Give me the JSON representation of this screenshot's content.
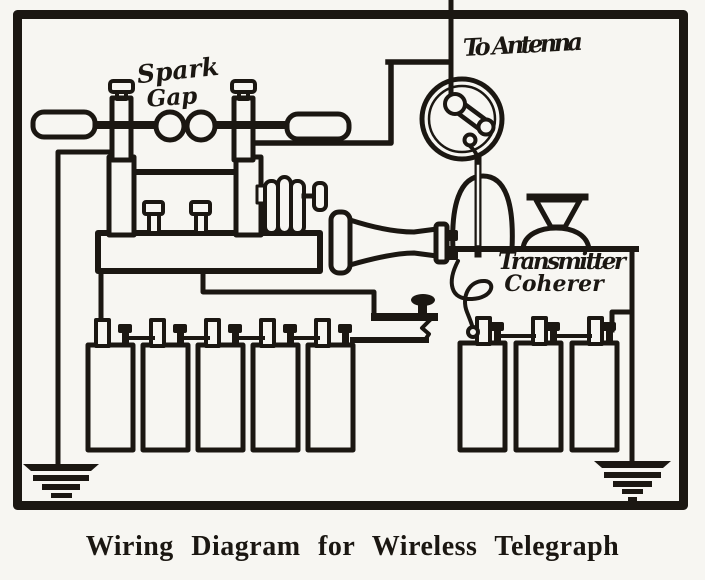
{
  "figure": {
    "type": "scanned-book-illustration",
    "caption": "Wiring Diagram for Wireless Telegraph",
    "ink_color": "#1b1712",
    "paper_color": "#f7f6f2"
  },
  "labels": {
    "spark_gap_line1": "Spark",
    "spark_gap_line2": "Gap",
    "to_antenna": "To Antenna",
    "transmitter": "Transmitter",
    "coherer": "Coherer"
  },
  "components": {
    "induction_coil": "induction coil with spark-gap standards",
    "spark_gap": "two spark balls",
    "aerial_switch": "round aerial switch",
    "coherer": "bell-jar coherer with rod",
    "transmitter_horn": "funnel transmitter",
    "telephone_receiver": "telephone receiver",
    "telegraph_key": "telegraph key",
    "battery_bank_left_cells": 5,
    "battery_bank_right_cells": 3,
    "ground_symbols": 2
  }
}
